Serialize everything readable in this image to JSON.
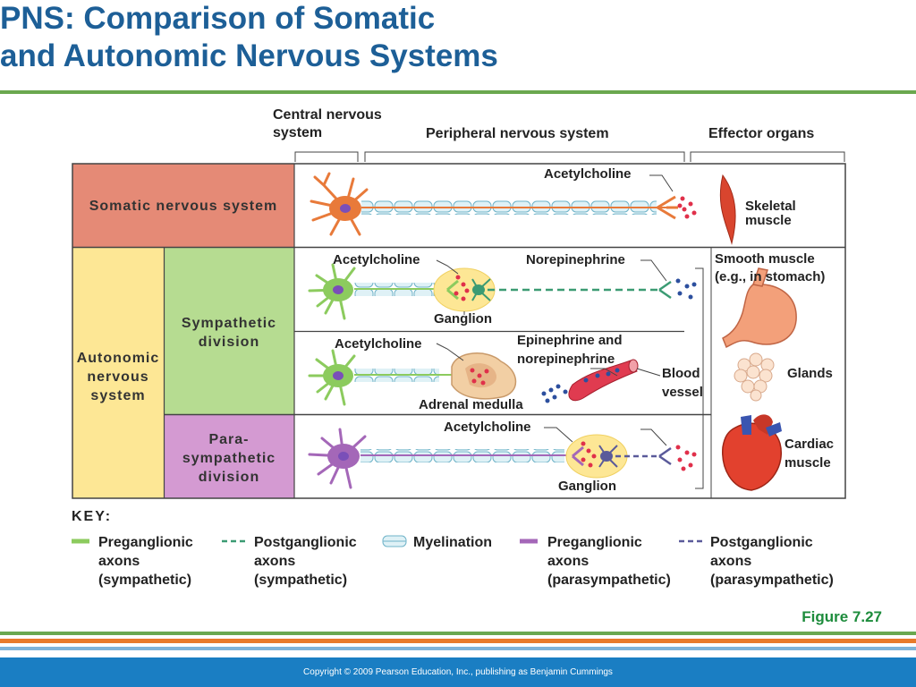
{
  "title": {
    "line1": "PNS: Comparison of Somatic",
    "line2": "and Autonomic Nervous Systems"
  },
  "headers": {
    "cns": "Central nervous system",
    "pns": "Peripheral nervous system",
    "effectors": "Effector organs"
  },
  "rows": {
    "somatic": "Somatic nervous system",
    "autonomic": "Autonomic nervous system",
    "sympathetic": "Sympathetic division",
    "parasympathetic": "Para-sympathetic division"
  },
  "labels": {
    "ach_somatic": "Acetylcholine",
    "ach_symp": "Acetylcholine",
    "norepinephrine": "Norepinephrine",
    "ganglion_symp": "Ganglion",
    "ach_adrenal": "Acetylcholine",
    "epi_norepi_1": "Epinephrine and",
    "epi_norepi_2": "norepinephrine",
    "adrenal_medulla": "Adrenal medulla",
    "blood_vessel_1": "Blood",
    "blood_vessel_2": "vessel",
    "ach_para": "Acetylcholine",
    "ganglion_para": "Ganglion"
  },
  "effectors": {
    "skeletal_1": "Skeletal",
    "skeletal_2": "muscle",
    "smooth_1": "Smooth muscle",
    "smooth_2": "(e.g., in stomach)",
    "glands": "Glands",
    "cardiac_1": "Cardiac",
    "cardiac_2": "muscle"
  },
  "key": {
    "title": "KEY:",
    "items": [
      {
        "l1": "Preganglionic",
        "l2": "axons",
        "l3": "(sympathetic)"
      },
      {
        "l1": "Postganglionic",
        "l2": "axons",
        "l3": "(sympathetic)"
      },
      {
        "l1": "Myelination",
        "l2": "",
        "l3": ""
      },
      {
        "l1": "Preganglionic",
        "l2": "axons",
        "l3": "(parasympathetic)"
      },
      {
        "l1": "Postganglionic",
        "l2": "axons",
        "l3": "(parasympathetic)"
      }
    ]
  },
  "figure": "Figure 7.27",
  "copyright": "Copyright © 2009 Pearson Education, Inc., publishing as Benjamin Cummings",
  "colors": {
    "title": "#1d5f97",
    "somatic": "#e58a76",
    "autonomic": "#fde795",
    "sympathetic": "#b6dc91",
    "parasympathetic": "#d49ad2",
    "somatic_neuron": "#e87a3a",
    "symp_neuron": "#8ccb5e",
    "para_neuron": "#a467b8",
    "myelin": "#cfe8ef",
    "symp_post": "#3b9b73",
    "para_post": "#5a5a9a",
    "footer": "#1a7ec3"
  }
}
